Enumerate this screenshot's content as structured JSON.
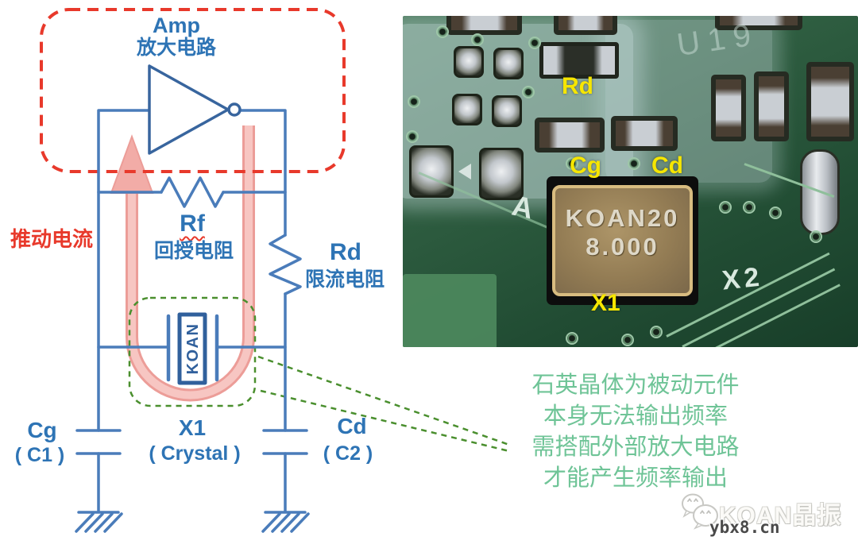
{
  "diagram": {
    "amp_en": "Amp",
    "amp_cn": "放大电路",
    "drive_current": "推动电流",
    "rf": "Rf",
    "rf_cn": "回授电阻",
    "rd": "Rd",
    "rd_cn": "限流电阻",
    "cg": "Cg",
    "cg_alt": "( C1 )",
    "x1": "X1",
    "x1_alt": "( Crystal )",
    "cd": "Cd",
    "cd_alt": "( C2 )",
    "crystal_brand": "KOAN"
  },
  "photo": {
    "label_rd": "Rd",
    "label_cg": "Cg",
    "label_cd": "Cd",
    "label_x1": "X1",
    "silk_u19": "U19",
    "silk_x2": "X2",
    "silk_a": "A",
    "crystal_marking_line1": "KOAN20",
    "crystal_marking_line2": "8.000"
  },
  "note": {
    "lines": [
      "石英晶体为被动元件",
      "本身无法输出频率",
      "需搭配外部放大电路",
      "才能产生频率输出"
    ]
  },
  "watermark": {
    "brand": "KOAN晶振",
    "site": "ybx8.cn"
  },
  "colors": {
    "circuit_blue": "#4a7cba",
    "label_blue": "#2e74b5",
    "alert_red": "#e8392b",
    "current_pink": "#f2aca7",
    "note_green": "#6fc497",
    "box_green": "#4a8f2e",
    "photo_label_yellow": "#f6e600"
  }
}
